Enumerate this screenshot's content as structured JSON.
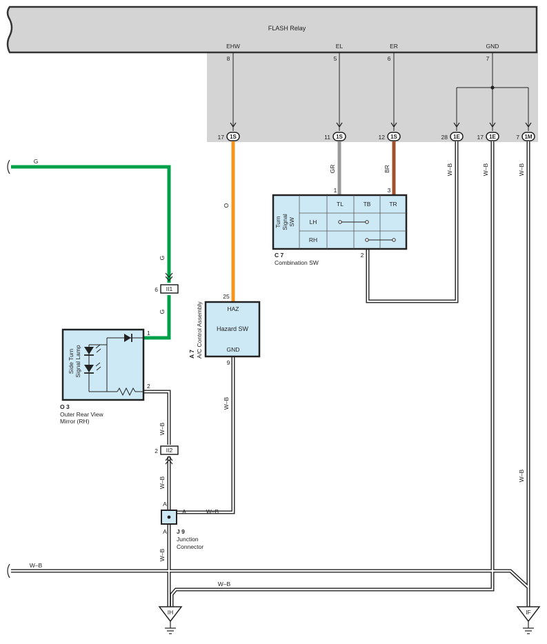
{
  "relay": {
    "title": "FLASH Relay",
    "pins": [
      {
        "name": "EHW",
        "num": "8"
      },
      {
        "name": "EL",
        "num": "5"
      },
      {
        "name": "ER",
        "num": "6"
      },
      {
        "name": "GND",
        "num": "7"
      }
    ]
  },
  "connectors": [
    {
      "num": "17",
      "code": "1S"
    },
    {
      "num": "11",
      "code": "1S"
    },
    {
      "num": "12",
      "code": "1S"
    },
    {
      "num": "28",
      "code": "1E"
    },
    {
      "num": "17",
      "code": "1E"
    },
    {
      "num": "7",
      "code": "1M"
    }
  ],
  "wires": {
    "G": "G",
    "O": "O",
    "GR": "GR",
    "BR": "BR",
    "WB": "W–B"
  },
  "colors": {
    "green": "#00a04a",
    "orange": "#f7941d",
    "gray": "#999999",
    "brown": "#a0522d",
    "blue_fill": "#cde9f6",
    "relay_fill": "#d4d4d4"
  },
  "combination_sw": {
    "id": "C 7",
    "name": "Combination SW",
    "label_lines": [
      "Turn",
      "Signal",
      "SW"
    ],
    "headers": [
      "TL",
      "TB",
      "TR"
    ],
    "rows": [
      "LH",
      "RH"
    ],
    "pin_tl": "1",
    "pin_tr": "3",
    "pin_out": "2"
  },
  "ac_control": {
    "id": "A 7",
    "name": "A/C Control Assembly",
    "haz": "HAZ",
    "hazard_sw": "Hazard SW",
    "gnd": "GND",
    "pin_haz": "25",
    "pin_gnd": "9"
  },
  "mirror": {
    "id": "O 3",
    "name_line1": "Outer Rear View",
    "name_line2": "Mirror (RH)",
    "lamp_line1": "Side Turn",
    "lamp_line2": "Signal Lamp",
    "pin1": "1",
    "pin2": "2"
  },
  "inline_connectors": [
    {
      "pin": "6",
      "code": "II1"
    },
    {
      "pin": "2",
      "code": "II2"
    }
  ],
  "junction": {
    "id": "J 9",
    "name_line1": "Junction",
    "name_line2": "Connector",
    "pin": "A"
  },
  "grounds": [
    {
      "code": "IH"
    },
    {
      "code": "IF"
    }
  ]
}
